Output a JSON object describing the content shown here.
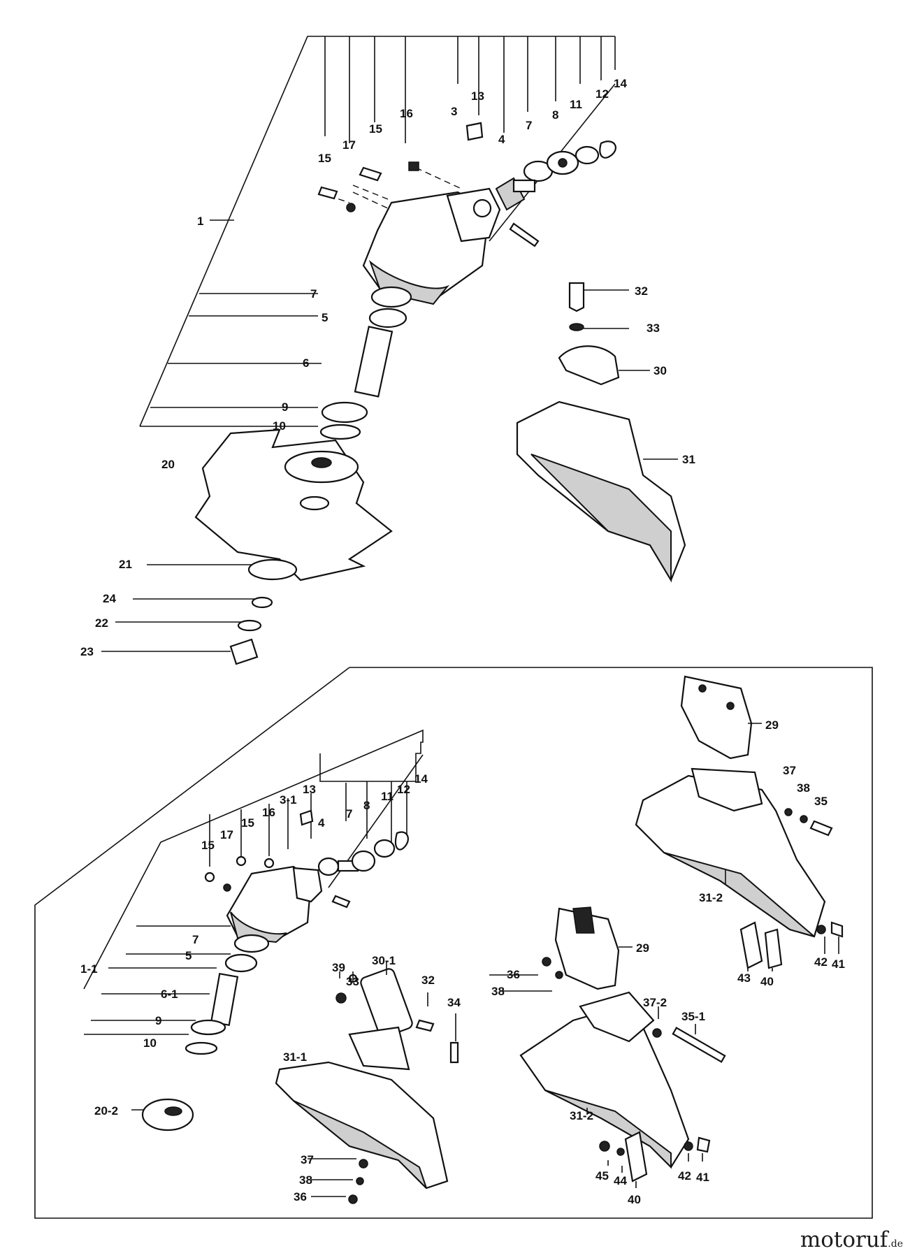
{
  "watermark": {
    "name": "motoruf",
    "suffix": ".de"
  },
  "labels": {
    "l14": "14",
    "l12": "12",
    "l11": "11",
    "l8": "8",
    "l7": "7",
    "l4": "4",
    "l13": "13",
    "l3": "3",
    "l16": "16",
    "l15a": "15",
    "l17": "17",
    "l15b": "15",
    "l1": "1",
    "l7b": "7",
    "l5": "5",
    "l6": "6",
    "l9": "9",
    "l10": "10",
    "l20": "20",
    "l21": "21",
    "l24": "24",
    "l22": "22",
    "l23": "23",
    "l32": "32",
    "l33": "33",
    "l30": "30",
    "l31": "31",
    "m14": "14",
    "m12": "12",
    "m11": "11",
    "m8": "8",
    "m7": "7",
    "m4": "4",
    "m13": "13",
    "m31": "3-1",
    "m16": "16",
    "m15a": "15",
    "m17": "17",
    "m15b": "15",
    "m11b": "1-1",
    "m7b": "7",
    "m5": "5",
    "m61": "6-1",
    "m9": "9",
    "m10": "10",
    "m202": "20-2",
    "m39": "39",
    "m33": "33",
    "m301": "30-1",
    "m32": "32",
    "m34": "34",
    "m311": "31-1",
    "m37": "37",
    "m38": "38",
    "m36": "36",
    "m29a": "29",
    "m37b": "37",
    "m38b": "38",
    "m35": "35",
    "m312a": "31-2",
    "m42a": "42",
    "m41a": "41",
    "m43": "43",
    "m40a": "40",
    "m29b": "29",
    "m36b": "36",
    "m38c": "38",
    "m372": "37-2",
    "m351": "35-1",
    "m312b": "31-2",
    "m45": "45",
    "m44": "44",
    "m40b": "40",
    "m42b": "42",
    "m41b": "41"
  }
}
